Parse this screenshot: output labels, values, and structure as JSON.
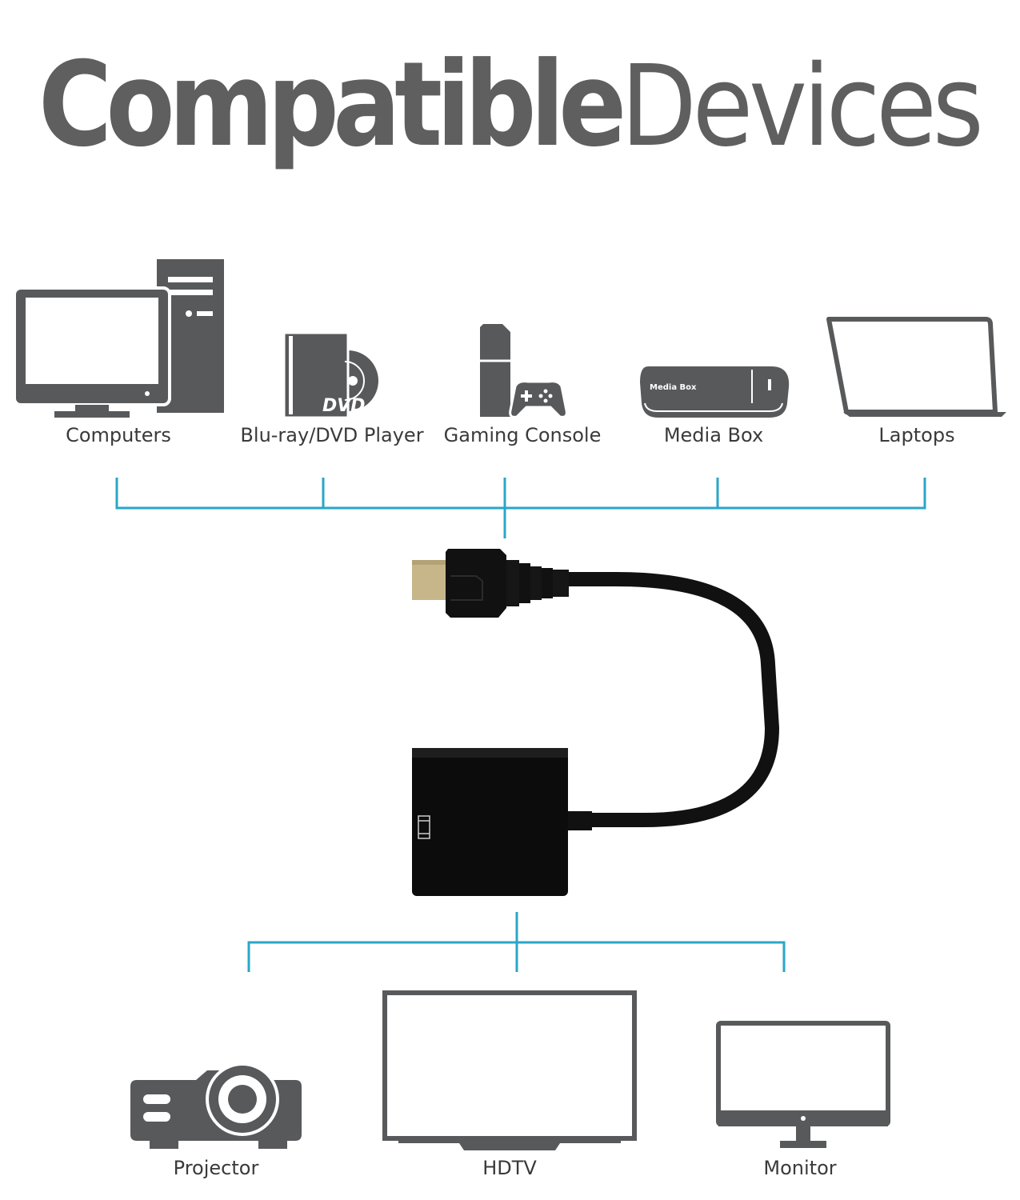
{
  "title": {
    "bold": "Compatible",
    "light": "Devices"
  },
  "colors": {
    "icon": "#58595b",
    "connector": "#2aa5c9",
    "cable": "#111111",
    "gold": "#c7b68a"
  },
  "source_devices": [
    {
      "label": "Computers",
      "icon": "desktop-computer-icon"
    },
    {
      "label": "Blu-ray/DVD Player",
      "icon": "dvd-player-icon",
      "badge": "DVD"
    },
    {
      "label": "Gaming Console",
      "icon": "game-console-icon"
    },
    {
      "label": "Media Box",
      "icon": "media-box-icon",
      "badge": "Media Box"
    },
    {
      "label": "Laptops",
      "icon": "laptop-icon"
    }
  ],
  "adapter": {
    "icon": "hdmi-to-vga-adapter-icon"
  },
  "display_devices": [
    {
      "label": "Projector",
      "icon": "projector-icon"
    },
    {
      "label": "HDTV",
      "icon": "hdtv-icon"
    },
    {
      "label": "Monitor",
      "icon": "monitor-icon"
    }
  ]
}
